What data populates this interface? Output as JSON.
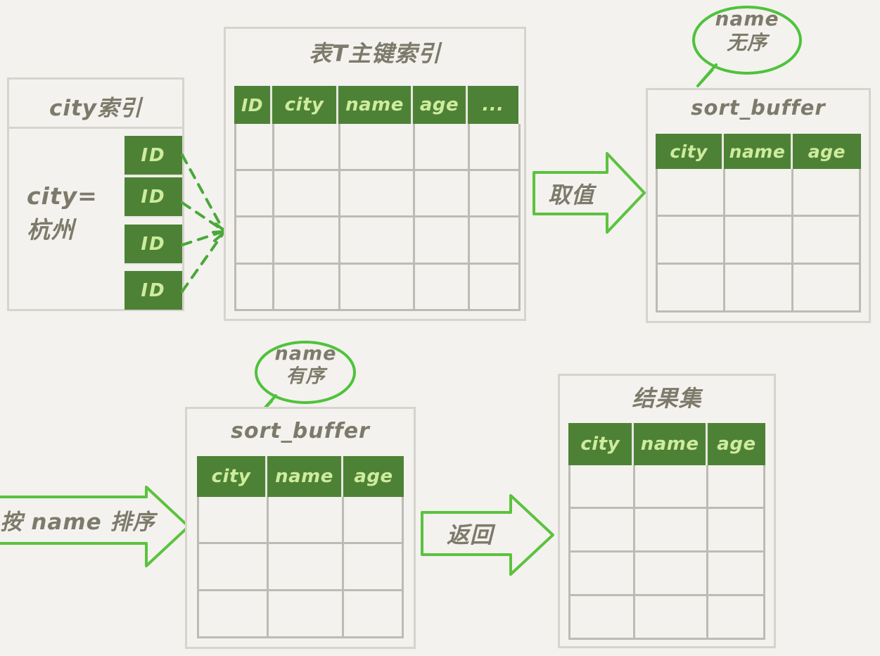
{
  "diagram": {
    "title": "MySQL order by sort_buffer flow",
    "colors": {
      "background": "#f3f2ee",
      "header_green": "#4d8236",
      "header_text": "#cfeb9d",
      "ink": "#7d7a6b",
      "border": "#d6d4cd",
      "grid_line": "#bdbbb4",
      "arrow_green": "#5cc23f",
      "dashed_green": "#4aa83a"
    }
  },
  "city_index": {
    "title": "city索引",
    "condition": "city=\n杭州",
    "entries": [
      {
        "label": "ID"
      },
      {
        "label": "ID"
      },
      {
        "label": "ID"
      },
      {
        "label": "ID"
      }
    ]
  },
  "primary_index": {
    "title": "表T主键索引",
    "columns": [
      "ID",
      "city",
      "name",
      "age",
      "..."
    ],
    "empty_rows": 4
  },
  "sort_buffer_unsorted": {
    "title": "sort_buffer",
    "columns": [
      "city",
      "name",
      "age"
    ],
    "empty_rows": 3,
    "bubble": "name\n无序"
  },
  "sort_buffer_sorted": {
    "title": "sort_buffer",
    "columns": [
      "city",
      "name",
      "age"
    ],
    "empty_rows": 3,
    "bubble": "name\n有序"
  },
  "result_set": {
    "title": "结果集",
    "columns": [
      "city",
      "name",
      "age"
    ],
    "empty_rows": 4
  },
  "arrows": {
    "fetch": "取值",
    "sort": "按 name 排序",
    "return": "返回"
  }
}
